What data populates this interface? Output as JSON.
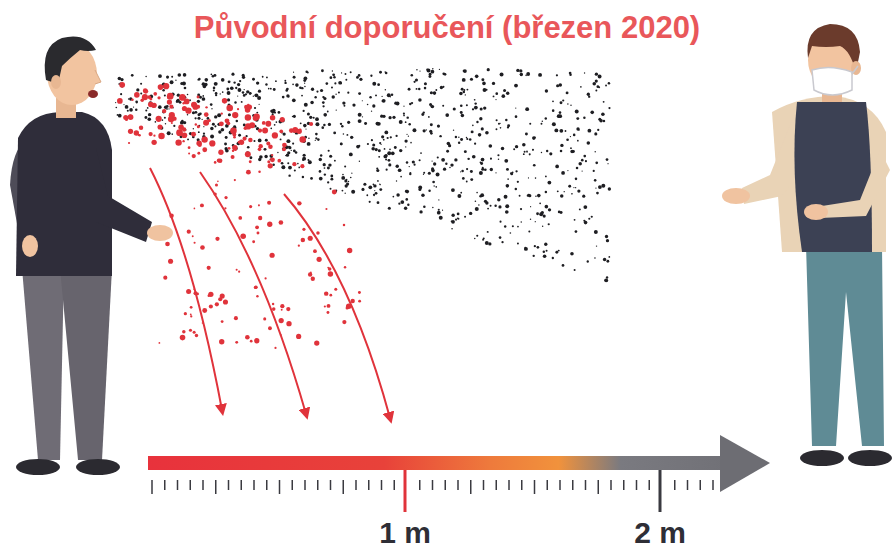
{
  "diagram": {
    "title": "Původní doporučení (březen 2020)",
    "labels": [
      "1 m",
      "2 m"
    ]
  }
}
